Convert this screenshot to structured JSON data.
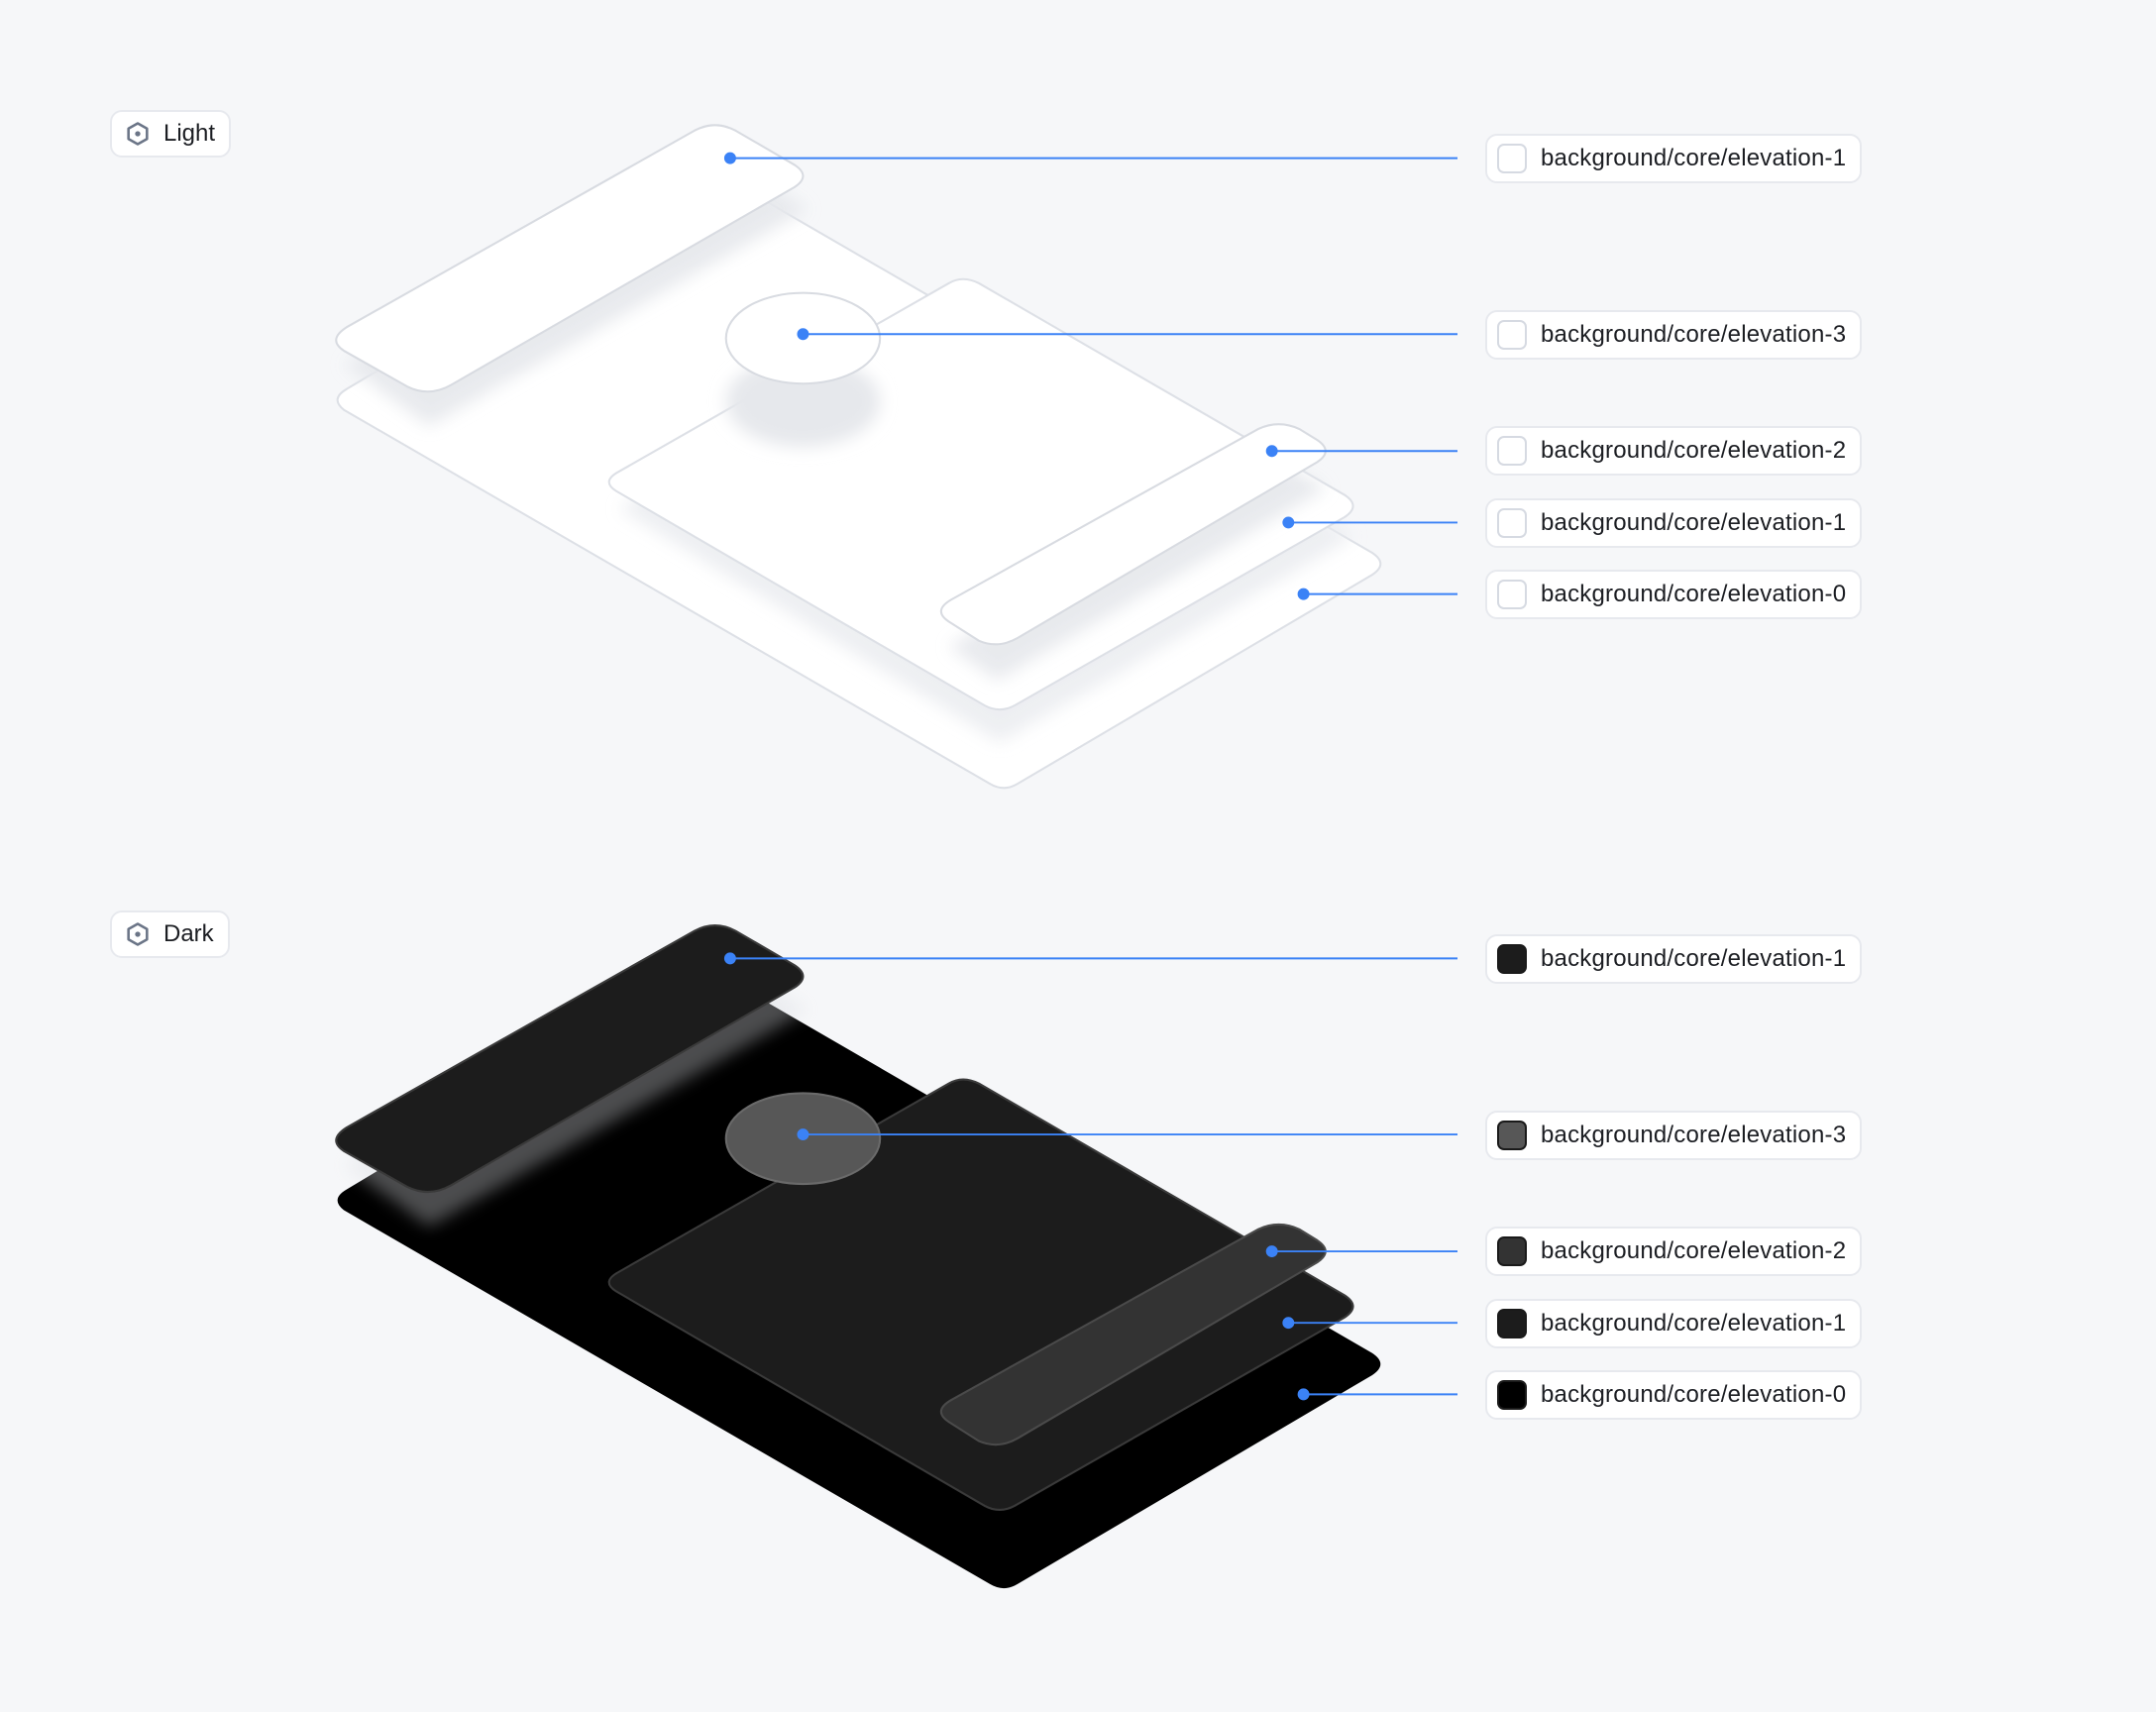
{
  "sections": [
    {
      "mode": "Light",
      "icon": "hexagon-theme-icon",
      "tokens": [
        {
          "label": "background/core/elevation-1",
          "color": "#ffffff"
        },
        {
          "label": "background/core/elevation-3",
          "color": "#ffffff"
        },
        {
          "label": "background/core/elevation-2",
          "color": "#ffffff"
        },
        {
          "label": "background/core/elevation-1",
          "color": "#ffffff"
        },
        {
          "label": "background/core/elevation-0",
          "color": "#ffffff"
        }
      ],
      "layer_colors": {
        "elevation-0": "#ffffff",
        "elevation-1": "#ffffff",
        "elevation-2": "#ffffff",
        "elevation-3": "#ffffff"
      }
    },
    {
      "mode": "Dark",
      "icon": "hexagon-theme-icon",
      "tokens": [
        {
          "label": "background/core/elevation-1",
          "color": "#1c1c1c"
        },
        {
          "label": "background/core/elevation-3",
          "color": "#575757"
        },
        {
          "label": "background/core/elevation-2",
          "color": "#333333"
        },
        {
          "label": "background/core/elevation-1",
          "color": "#1c1c1c"
        },
        {
          "label": "background/core/elevation-0",
          "color": "#000000"
        }
      ],
      "layer_colors": {
        "elevation-0": "#000000",
        "elevation-1": "#1c1c1c",
        "elevation-2": "#333333",
        "elevation-3": "#575757"
      }
    }
  ],
  "colors": {
    "page_background": "#f6f7f9",
    "leader_line": "#3b82f6",
    "chip_border": "#e7e9ee",
    "icon_gray": "#6b7587"
  }
}
